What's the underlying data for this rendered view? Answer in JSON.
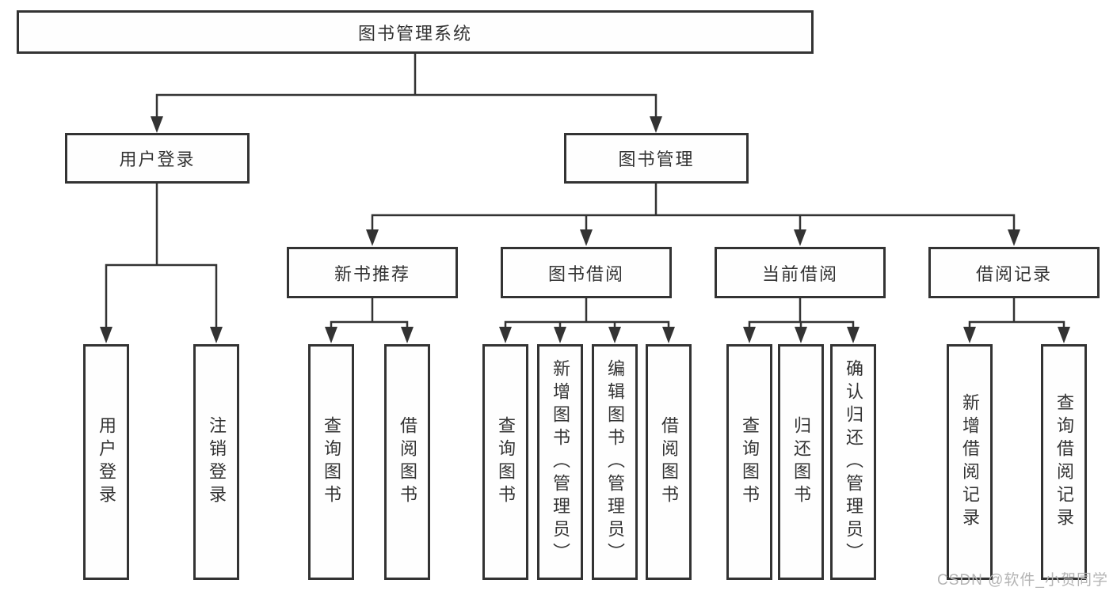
{
  "diagram": {
    "line_color": "#333333",
    "background": "#ffffff",
    "tree": {
      "label": "图书管理系统",
      "children": [
        {
          "label": "用户登录",
          "children": [
            {
              "label": "用户登录"
            },
            {
              "label": "注销登录"
            }
          ]
        },
        {
          "label": "图书管理",
          "children": [
            {
              "label": "新书推荐",
              "children": [
                {
                  "label": "查询图书"
                },
                {
                  "label": "借阅图书"
                }
              ]
            },
            {
              "label": "图书借阅",
              "children": [
                {
                  "label": "查询图书"
                },
                {
                  "label": "新增图书（管理员）"
                },
                {
                  "label": "编辑图书（管理员）"
                },
                {
                  "label": "借阅图书"
                }
              ]
            },
            {
              "label": "当前借阅",
              "children": [
                {
                  "label": "查询图书"
                },
                {
                  "label": "归还图书"
                },
                {
                  "label": "确认归还（管理员）"
                }
              ]
            },
            {
              "label": "借阅记录",
              "children": [
                {
                  "label": "新增借阅记录"
                },
                {
                  "label": "查询借阅记录"
                }
              ]
            }
          ]
        }
      ]
    }
  },
  "watermark": {
    "text": "CSDN @软件_小贺同学",
    "color": "#b4b4b4"
  }
}
